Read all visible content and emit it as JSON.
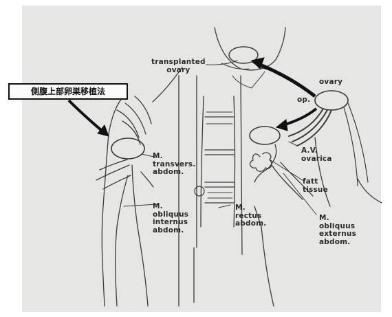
{
  "title_box": "側腹上部卵巣移植法",
  "labels": {
    "transplanted_ovary": [
      "transplanted",
      "ovary"
    ],
    "ovary": [
      "ovary"
    ],
    "op": [
      "op."
    ],
    "m_transvers": [
      "M.",
      "transvers.",
      "abdom."
    ],
    "av_ovarica": [
      "A.V.",
      "ovarica"
    ],
    "fatt_tissue": [
      "fatt",
      "tissue"
    ],
    "m_obliquus_internus": [
      "M.",
      "obliquus",
      "internus",
      "abdom."
    ],
    "m_rectus": [
      "M.",
      "rectus",
      "abdom."
    ],
    "m_obliquus_externus": [
      "M.",
      "obliquus",
      "externus",
      "abdom."
    ]
  }
}
